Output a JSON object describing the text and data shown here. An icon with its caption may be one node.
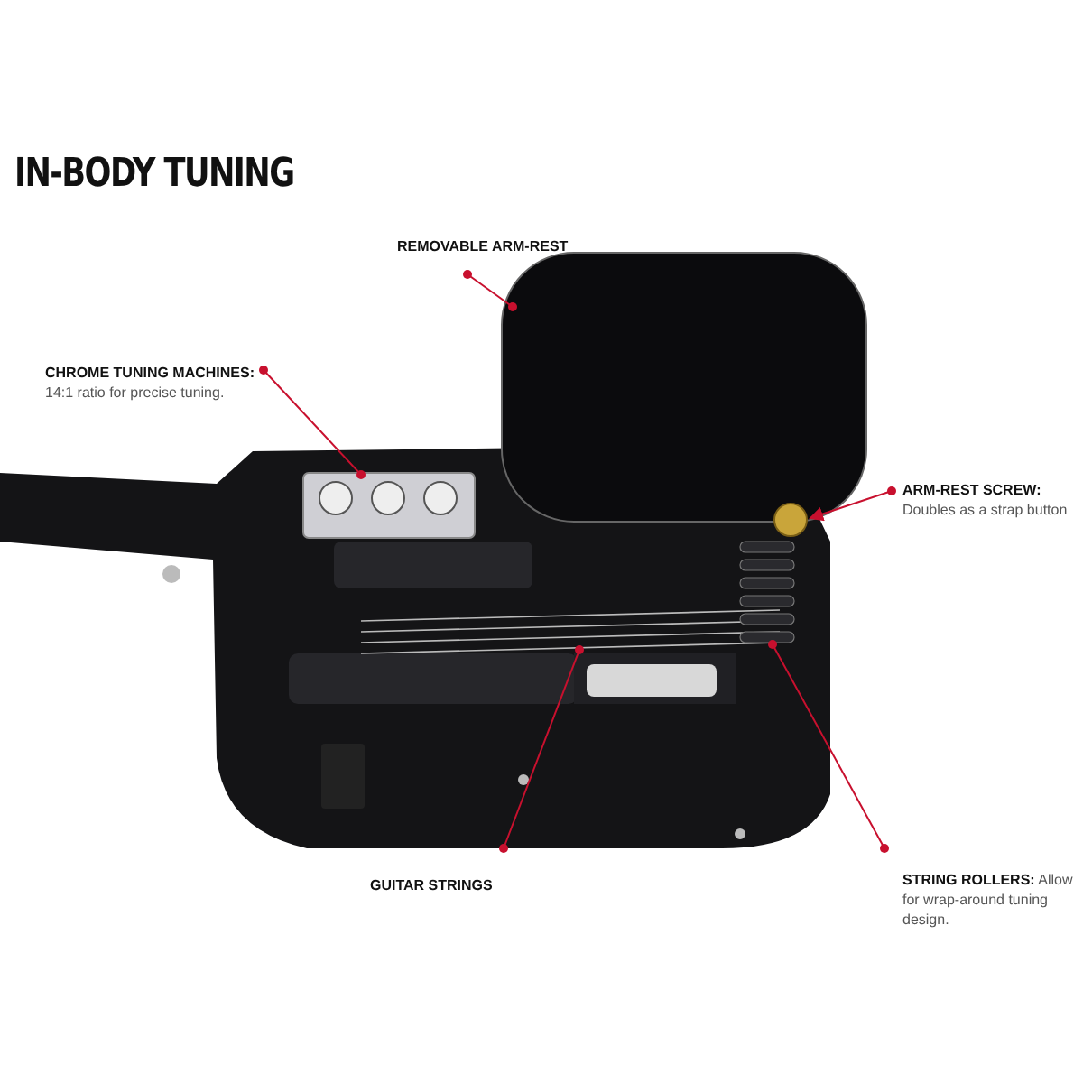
{
  "diagram": {
    "title": "IN-BODY TUNING",
    "nodes": [
      {
        "text": [
          "REMOVABLE ARM-REST"
        ]
      },
      {
        "text": [
          "CHROME TUNING MACHINES:",
          "14:1 ratio for precise tuning."
        ]
      },
      {
        "text": [
          "ARM-REST SCREW:",
          "Doubles as a strap button"
        ]
      },
      {
        "text": [
          "GUITAR STRINGS"
        ]
      },
      {
        "text": [
          "STRING ROLLERS:",
          "Allow for wrap-around tuning design."
        ]
      },
      {
        "text": [],
        "shape": "box"
      },
      {
        "text": [],
        "shape": "picture"
      },
      {
        "text": [],
        "shape": "circle"
      },
      {
        "text": [],
        "shape": "picture"
      },
      {
        "text": [],
        "shape": "picture"
      }
    ],
    "edges": [
      {
        "from": 0,
        "to": 5,
        "arrow": "other"
      },
      {
        "from": 1,
        "to": 6,
        "arrow": "other"
      },
      {
        "from": 2,
        "to": 7,
        "arrow": "to"
      },
      {
        "from": 3,
        "to": 8,
        "arrow": "other"
      },
      {
        "from": 4,
        "to": 9,
        "arrow": "other"
      }
    ]
  }
}
